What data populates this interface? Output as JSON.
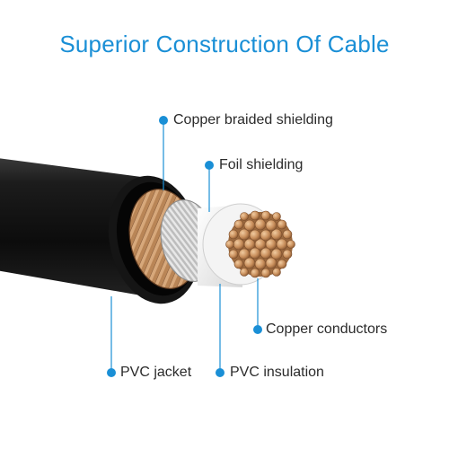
{
  "title": "Superior Construction Of Cable",
  "accent_color": "#1a8fd6",
  "callouts": {
    "copper_braided_shielding": "Copper braided shielding",
    "foil_shielding": "Foil shielding",
    "copper_conductors": "Copper conductors",
    "pvc_jacket": "PVC jacket",
    "pvc_insulation": "PVC insulation"
  }
}
